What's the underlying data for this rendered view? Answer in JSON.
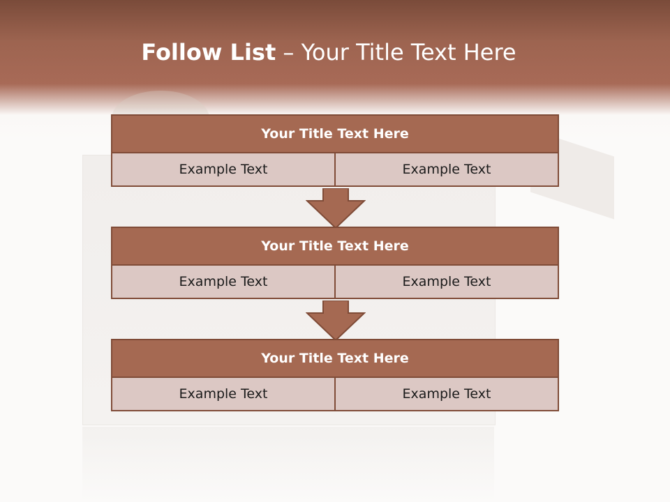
{
  "slide": {
    "title_bold": "Follow List",
    "title_separator": " – ",
    "title_rest": "Your Title Text Here"
  },
  "blocks": [
    {
      "title": "Your Title Text Here",
      "left": "Example Text",
      "right": "Example Text"
    },
    {
      "title": "Your Title Text Here",
      "left": "Example Text",
      "right": "Example Text"
    },
    {
      "title": "Your Title Text Here",
      "left": "Example Text",
      "right": "Example Text"
    }
  ],
  "colors": {
    "header": "#a56952",
    "cell": "#dcc8c4",
    "border": "#7f4b37",
    "band": "#9d6450"
  },
  "icons": [
    "down-arrow-icon",
    "down-arrow-icon"
  ]
}
